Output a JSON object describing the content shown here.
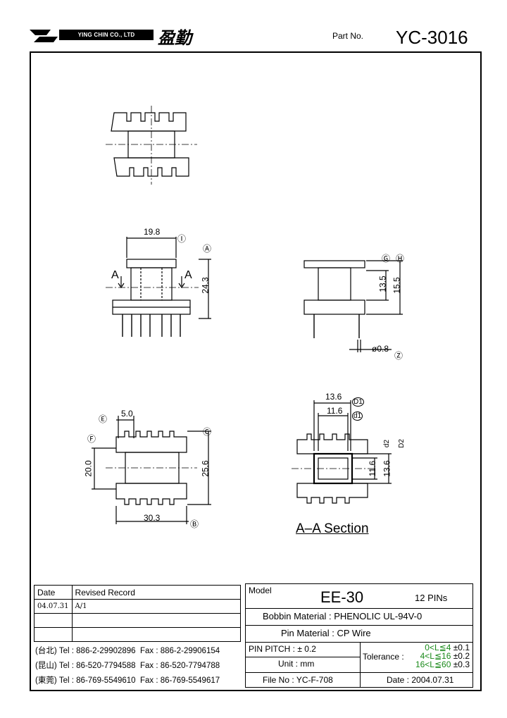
{
  "header": {
    "company_en": "YING CHIN CO., LTD",
    "company_cn": "盈勤",
    "partno_label": "Part  No.",
    "partno": "YC-3016"
  },
  "views": {
    "side_dims": {
      "width": "19.8",
      "height": "24.3",
      "label_i": "Ⓘ",
      "label_a": "Ⓐ",
      "section_mark": "A"
    },
    "right_dims": {
      "h1": "13.5",
      "h2": "15.5",
      "pin": "ø0.8",
      "label_g": "Ⓖ",
      "label_h": "Ⓗ",
      "label_z": "Ⓩ"
    },
    "bottom_dims": {
      "pitch": "5.0",
      "inner": "20.0",
      "outer": "25.6",
      "length": "30.3",
      "label_e": "Ⓔ",
      "label_f": "Ⓕ",
      "label_c": "Ⓒ",
      "label_b": "Ⓑ"
    },
    "section_dims": {
      "d1": "13.6",
      "d2": "11.6",
      "h1": "11.6",
      "h2": "13.6",
      "label_D1": "D1",
      "label_d1": "d1",
      "label_d2": "d2",
      "label_D2": "D2"
    },
    "section_title": "A–A  Section"
  },
  "revisions": {
    "col_date": "Date",
    "col_record": "Revised  Record",
    "rows": [
      {
        "date": "04.07.31",
        "record": "A/1"
      },
      {
        "date": "",
        "record": ""
      },
      {
        "date": "",
        "record": ""
      }
    ]
  },
  "contacts": [
    {
      "city": "(台北)",
      "tel": "Tel : 886-2-29902896",
      "fax": "Fax : 886-2-29906154"
    },
    {
      "city": "(昆山)",
      "tel": "Tel : 86-520-7794588",
      "fax": "Fax : 86-520-7794788"
    },
    {
      "city": "(東莞)",
      "tel": "Tel : 86-769-5549610",
      "fax": "Fax : 86-769-5549617"
    }
  ],
  "spec": {
    "model_label": "Model",
    "model": "EE-30",
    "pins": "12 PINs",
    "bobbin_label": "Bobbin  Material :",
    "bobbin": "PHENOLIC UL-94V-0",
    "pin_mat_label": "Pin  Material :",
    "pin_mat": "CP Wire",
    "pitch_label": "PIN  PITCH :",
    "pitch": "± 0.2",
    "tol_label": "Tolerance :",
    "tol_rows": [
      {
        "range": "0<L≦4",
        "value": "±0.1"
      },
      {
        "range": "4<L≦16",
        "value": "±0.2"
      },
      {
        "range": "16<L≦60",
        "value": "±0.3"
      }
    ],
    "unit_label": "Unit :",
    "unit": "mm",
    "file_label": "File  No :",
    "file": "YC-F-708",
    "date_label": "Date :",
    "date": "2004.07.31"
  }
}
